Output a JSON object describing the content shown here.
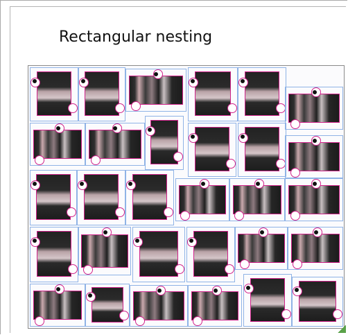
{
  "title": "Rectangular nesting",
  "pieces": [
    {
      "o": "v"
    },
    {
      "o": "v"
    },
    {
      "o": "h"
    },
    {
      "o": "v"
    },
    {
      "o": "v"
    },
    {
      "o": "h"
    },
    {
      "o": "h"
    },
    {
      "o": "h"
    },
    {
      "o": "v"
    },
    {
      "o": "v"
    },
    {
      "o": "v"
    },
    {
      "o": "h"
    },
    {
      "o": "v"
    },
    {
      "o": "v"
    },
    {
      "o": "v"
    },
    {
      "o": "h"
    },
    {
      "o": "h"
    },
    {
      "o": "h"
    },
    {
      "o": "v"
    },
    {
      "o": "h"
    },
    {
      "o": "v"
    },
    {
      "o": "v"
    },
    {
      "o": "h"
    },
    {
      "o": "h"
    },
    {
      "o": "h"
    },
    {
      "o": "v"
    },
    {
      "o": "h"
    },
    {
      "o": "h"
    },
    {
      "o": "v"
    },
    {
      "o": "v"
    }
  ],
  "colors": {
    "cut_line": "#d0218a",
    "bounding_box": "#8fb3e6"
  }
}
